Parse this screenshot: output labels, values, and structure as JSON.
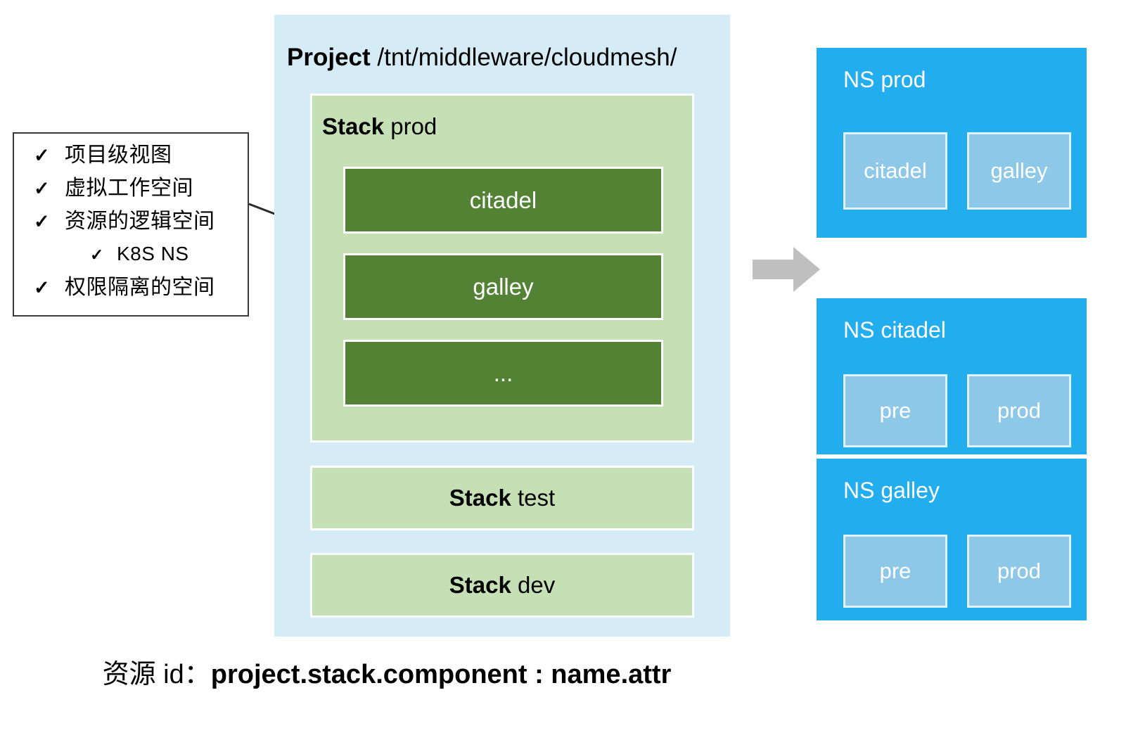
{
  "checklist": {
    "items": [
      {
        "mark": "✓",
        "label": "项目级视图",
        "indent": false
      },
      {
        "mark": "✓",
        "label": "虚拟工作空间",
        "indent": false
      },
      {
        "mark": "✓",
        "label": "资源的逻辑空间",
        "indent": false
      },
      {
        "mark": "✓",
        "label": "K8S NS",
        "indent": true
      },
      {
        "mark": "✓",
        "label": "权限隔离的空间",
        "indent": false
      }
    ]
  },
  "project": {
    "keyword": "Project",
    "path": "/tnt/middleware/cloudmesh/",
    "stack_prod": {
      "keyword": "Stack",
      "name": "prod",
      "components": [
        "citadel",
        "galley",
        "..."
      ]
    },
    "other_stacks": [
      {
        "keyword": "Stack",
        "name": "test"
      },
      {
        "keyword": "Stack",
        "name": "dev"
      }
    ]
  },
  "namespaces": [
    {
      "title": "NS prod",
      "items": [
        "citadel",
        "galley"
      ]
    },
    {
      "title": "NS citadel",
      "items": [
        "pre",
        "prod"
      ]
    },
    {
      "title": "NS galley",
      "items": [
        "pre",
        "prod"
      ]
    }
  ],
  "arrow": {
    "name": "right-arrow",
    "color": "#bfbfbf"
  },
  "caption": {
    "lead": "资源 id：",
    "expression": "project.stack.component : name.attr"
  },
  "colors": {
    "project_panel": "#d5ecf7",
    "stack_green": "#c5e0b4",
    "component_green": "#548235",
    "ns_blue": "#22aeee",
    "ns_item_blue": "#8dc8e8",
    "box_border": "#3a3a3a"
  }
}
